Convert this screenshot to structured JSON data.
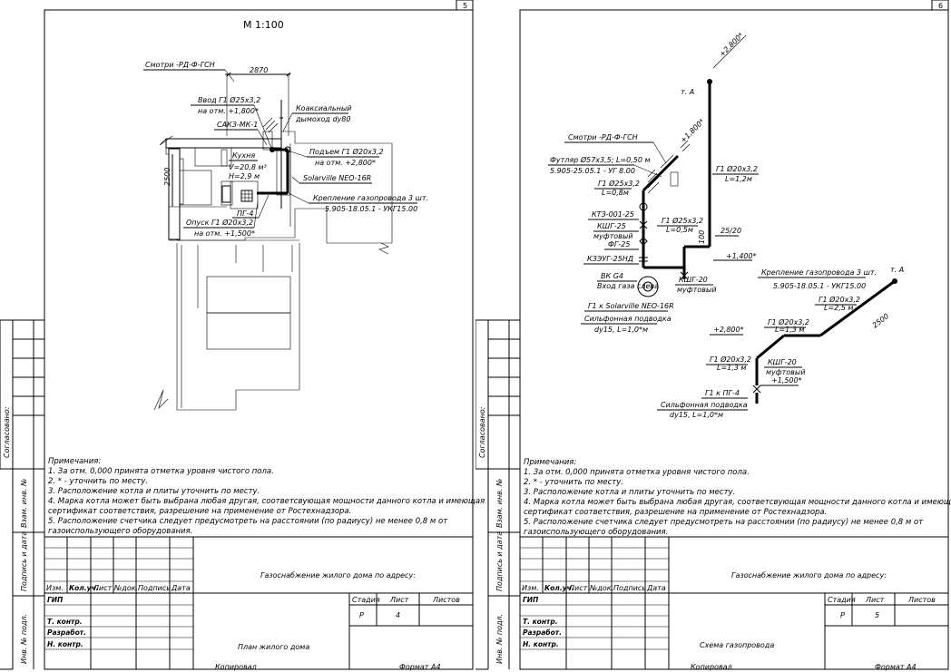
{
  "sheets": [
    {
      "page_number": "5",
      "scale": "М 1:100",
      "labels": {
        "ref_rd": "Смотри -РД-Ф-ГСН",
        "dim_top": "2870",
        "dim_left": "2500",
        "inlet_1": "Ввод Г1 Ø25х3,2",
        "inlet_2": "на отм. +1,800*",
        "coax_1": "Коаксиальный",
        "coax_2": "дымоход dу80",
        "sakz": "САКЗ-МК-1",
        "rise_1": "Подъем Г1 Ø20х3,2",
        "rise_2": "на отм. +2,800*",
        "kitchen": "Кухня",
        "volume": "V=20,8 м³",
        "height": "H=2,9 м",
        "boiler": "Solarville NEO-16R",
        "mount_1": "Крепление газопровода 3 шт.",
        "mount_2": "5.905-18.05.1 - УКГ15.00",
        "pg4": "ПГ-4",
        "drop_1": "Опуск Г1 Ø20х3,2",
        "drop_2": "на отм. +1,500*"
      },
      "title_block": {
        "sheet_no": "4",
        "project": "Газоснабжение жилого дома по адресу:",
        "drawing": "План жилого дома"
      }
    },
    {
      "page_number": "6",
      "labels": {
        "elev_top": "+2,800*",
        "point_a1": "т. А",
        "elev_1800": "+1,800*",
        "ref_rd": "Смотри -РД-Ф-ГСН",
        "sleeve_1": "Футляр Ø57х3,5; L=0,50 м",
        "sleeve_2": "5.905-25.05.1 - УГ 8.00",
        "g1_25": "Г1 Ø25х3,2",
        "g1_25_len": "L=0,8м",
        "g1_20_up": "Г1 Ø20х3,2",
        "g1_20_up_len": "L=1,2м",
        "ktz": "КТЗ-001-25",
        "kshg25": "КШГ-25",
        "mufta1": "муфтовый",
        "g1_25b": "Г1 Ø25х3,2",
        "g1_25b_len": "L=0,5м",
        "dim_100": "100",
        "fraction": "25/20",
        "fg25": "ФГ-25",
        "kzeug": "КЗЭУГ-25НД",
        "elev_1400": "+1,400*",
        "meter_1": "ВК G4",
        "meter_2": "Вход газа слева",
        "kshg20": "КШГ-20",
        "mufta2": "муфтовый",
        "mount_1": "Крепление газопровода 3 шт.",
        "point_a2": "т. А",
        "mount_2": "5.905-18.05.1 - УКГ15.00",
        "to_boiler": "Г1 к Solarville NEO-16R",
        "g1_25m": "Г1 Ø20х3,2",
        "g1_25m_len": "L=2,5 м",
        "dim_2500": "2500",
        "bellows_1": "Сильфонная подводка",
        "bellows_2": "dу15, L=1,0*м",
        "elev_2800b": "+2,800*",
        "g1_13a": "Г1 Ø20х3,2",
        "g1_13a_len": "L=1,3 м",
        "g1_13b": "Г1 Ø20х3,2",
        "g1_13b_len": "L=1,3 м",
        "kshg20b": "КШГ-20",
        "mufta3": "муфтовый",
        "elev_1500": "+1,500*",
        "to_pg4": "Г1 к ПГ-4",
        "bellows2_1": "Сильфонная подводка",
        "bellows2_2": "dу15, L=1,0*м"
      },
      "title_block": {
        "sheet_no": "5",
        "project": "Газоснабжение жилого дома по адресу:",
        "drawing": "Схема газопровода"
      }
    }
  ],
  "common": {
    "soglasovano": "Согласовано:",
    "vzam": "Взам. инв. №",
    "podpis": "Подпись и дата",
    "inv": "Инв. № подл.",
    "kopiroval": "Копировал",
    "format": "Формат А4",
    "notes_title": "Примечания:",
    "notes": [
      "1. За отм. 0,000 принята отметка уровня чистого пола.",
      "2. * - уточнить по месту.",
      "3. Расположение котла и плиты уточнить по месту.",
      "4. Марка котла может быть выбрана любая другая, соответсвующая мощности данного котла и имеющая",
      "сертификат соответствия, разрешение на применение от Ростехнадзора.",
      "5. Расположение счетчика следует предусмотреть на расстоянии (по радиусу) не менее 0,8 м от",
      "газоиспользующего оборудования."
    ],
    "tb": {
      "izm": "Изм.",
      "kol": "Кол.уч.",
      "list": "Лист",
      "ndoc": "№док.",
      "podp": "Подпись",
      "data": "Дата",
      "gip": "ГИП",
      "tkontr": "Т. контр.",
      "razrab": "Разработ.",
      "nkontr": "Н. контр.",
      "stadiya": "Стадия",
      "list_h": "Лист",
      "listov": "Листов",
      "stage_val": "Р"
    }
  }
}
